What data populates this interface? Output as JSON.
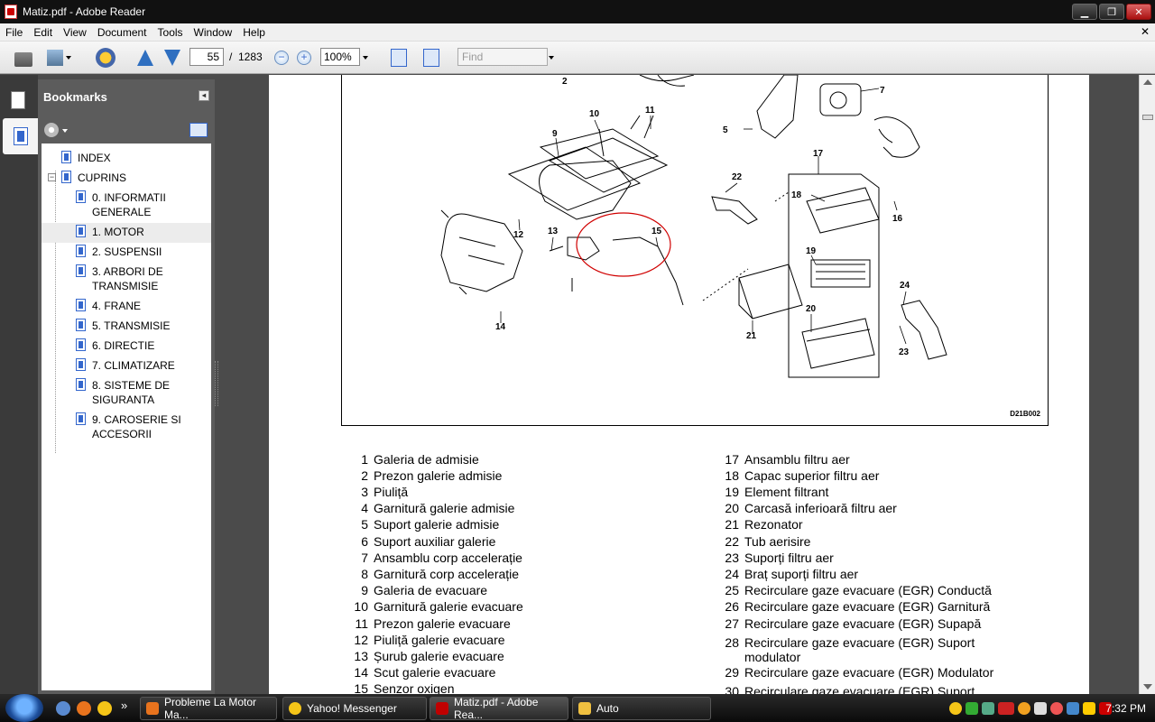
{
  "window": {
    "title": "Matiz.pdf - Adobe Reader",
    "min": "▁",
    "max": "❐",
    "close": "✕"
  },
  "menu": [
    "File",
    "Edit",
    "View",
    "Document",
    "Tools",
    "Window",
    "Help"
  ],
  "menu_close": "✕",
  "toolbar": {
    "page_current": "55",
    "page_sep": "/",
    "page_total": "1283",
    "zoom": "100%",
    "find_placeholder": "Find",
    "zoom_out": "−",
    "zoom_in": "+"
  },
  "bookmarks": {
    "title": "Bookmarks",
    "collapse": "◂",
    "items": [
      {
        "label": "INDEX"
      },
      {
        "label": "CUPRINS",
        "expand": "−"
      },
      {
        "label": "0. INFORMATII GENERALE"
      },
      {
        "label": "1. MOTOR"
      },
      {
        "label": "2. SUSPENSII"
      },
      {
        "label": "3. ARBORI DE TRANSMISIE"
      },
      {
        "label": "4. FRANE"
      },
      {
        "label": "5. TRANSMISIE"
      },
      {
        "label": "6. DIRECTIE"
      },
      {
        "label": "7. CLIMATIZARE"
      },
      {
        "label": "8. SISTEME DE SIGURANTA"
      },
      {
        "label": "9. CAROSERIE SI ACCESORII"
      }
    ]
  },
  "figure": {
    "code": "D21B002",
    "callouts": [
      "2",
      "7",
      "10",
      "11",
      "9",
      "5",
      "17",
      "22",
      "18",
      "16",
      "12",
      "13",
      "15",
      "19",
      "24",
      "14",
      "20",
      "21",
      "23"
    ]
  },
  "parts_left": [
    {
      "n": "1",
      "t": "Galeria de admisie"
    },
    {
      "n": "2",
      "t": "Prezon galerie admisie"
    },
    {
      "n": "3",
      "t": "Piuliță"
    },
    {
      "n": "4",
      "t": "Garnitură galerie admisie"
    },
    {
      "n": "5",
      "t": "Suport galerie admisie"
    },
    {
      "n": "6",
      "t": "Suport auxiliar galerie"
    },
    {
      "n": "7",
      "t": "Ansamblu corp accelerație"
    },
    {
      "n": "8",
      "t": "Garnitură corp accelerație"
    },
    {
      "n": "9",
      "t": "Galeria de evacuare"
    },
    {
      "n": "10",
      "t": "Garnitură galerie evacuare"
    },
    {
      "n": "11",
      "t": "Prezon galerie evacuare"
    },
    {
      "n": "12",
      "t": "Piuliță galerie evacuare"
    },
    {
      "n": "13",
      "t": "Șurub galerie evacuare"
    },
    {
      "n": "14",
      "t": "Scut galerie evacuare"
    },
    {
      "n": "15",
      "t": "Senzor oxigen"
    }
  ],
  "parts_right": [
    {
      "n": "17",
      "t": "Ansamblu filtru aer"
    },
    {
      "n": "18",
      "t": "Capac superior filtru aer"
    },
    {
      "n": "19",
      "t": "Element filtrant"
    },
    {
      "n": "20",
      "t": "Carcasă inferioară filtru aer"
    },
    {
      "n": "21",
      "t": "Rezonator"
    },
    {
      "n": "22",
      "t": "Tub aerisire"
    },
    {
      "n": "23",
      "t": "Suporți filtru aer"
    },
    {
      "n": "24",
      "t": "Braț suporți filtru aer"
    },
    {
      "n": "25",
      "t": "Recirculare gaze evacuare (EGR) Conductă"
    },
    {
      "n": "26",
      "t": "Recirculare gaze evacuare (EGR) Garnitură"
    },
    {
      "n": "27",
      "t": "Recirculare gaze evacuare (EGR) Supapă"
    },
    {
      "n": "28",
      "t": "Recirculare gaze evacuare (EGR) Suport"
    },
    {
      "n": "",
      "t": "modulator"
    },
    {
      "n": "29",
      "t": "Recirculare gaze evacuare (EGR) Modulator"
    },
    {
      "n": "30",
      "t": "Recirculare gaze evacuare (EGR) Suport"
    }
  ],
  "taskbar": {
    "tasks": [
      {
        "label": "Probleme La Motor Ma...",
        "color": "#e8731d"
      },
      {
        "label": "Yahoo! Messenger",
        "color": "#f5c518"
      },
      {
        "label": "Matiz.pdf - Adobe Rea...",
        "color": "#c00000"
      },
      {
        "label": "Auto",
        "color": "#f0c040"
      }
    ],
    "quicklaunch_more": "»",
    "clock": "7:32 PM"
  },
  "colors": {
    "highlight_circle": "#d00000",
    "accent": "#2f6fc0"
  }
}
